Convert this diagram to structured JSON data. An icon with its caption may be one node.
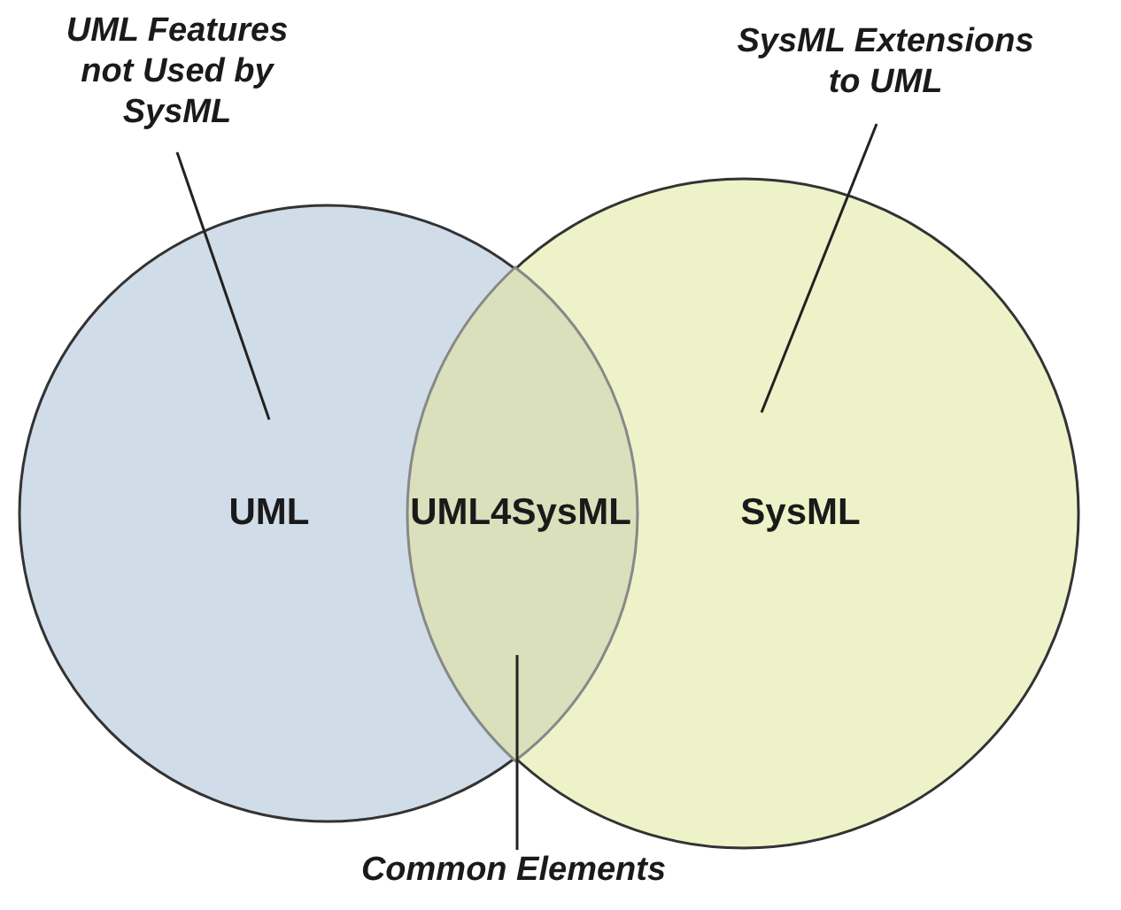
{
  "diagram": {
    "nodes": [
      {
        "text": [
          "UML"
        ]
      },
      {
        "text": [
          "SysML"
        ]
      },
      {
        "text": [
          "UML4SysML"
        ]
      },
      {
        "text": [
          "UML Features not Used by SysML"
        ]
      },
      {
        "text": [
          "SysML Extensions to UML"
        ]
      },
      {
        "text": [
          "Common Elements"
        ]
      }
    ],
    "edges": [
      {
        "from": 3,
        "to": 0,
        "arrow": "none"
      },
      {
        "from": 4,
        "to": 1,
        "arrow": "none"
      },
      {
        "from": 5,
        "to": 2,
        "arrow": "none"
      }
    ]
  }
}
